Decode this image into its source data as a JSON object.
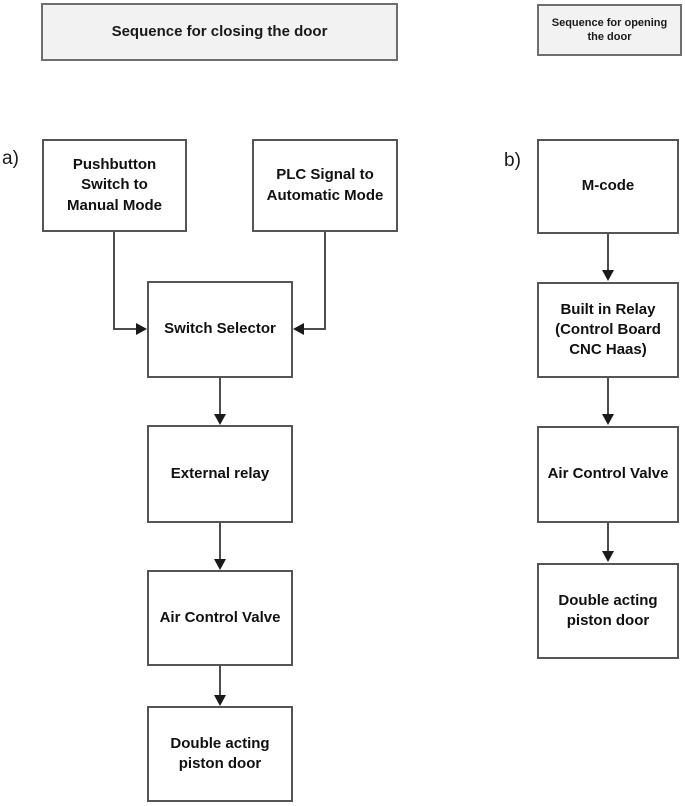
{
  "colors": {
    "background": "#ffffff",
    "title_fill": "#f2f2f2",
    "box_border": "#555555",
    "connector_line": "#4d4d4d",
    "text": "#111111"
  },
  "closing": {
    "label": "a)",
    "title": "Sequence for closing the door",
    "nodes": [
      {
        "id": "pushbutton-switch",
        "lines": [
          "Pushbutton",
          "Switch to",
          "Manual Mode"
        ]
      },
      {
        "id": "plc-signal",
        "lines": [
          "PLC Signal to",
          "Automatic Mode"
        ]
      },
      {
        "id": "switch-selector",
        "lines": [
          "Switch Selector"
        ]
      },
      {
        "id": "external-relay",
        "lines": [
          "External relay"
        ]
      },
      {
        "id": "air-control-valve",
        "lines": [
          "Air Control Valve"
        ]
      },
      {
        "id": "double-acting-piston-door",
        "lines": [
          "Double acting",
          "piston door"
        ]
      }
    ]
  },
  "opening": {
    "label": "b)",
    "title": [
      "Sequence for opening",
      "the door"
    ],
    "nodes": [
      {
        "id": "m-code",
        "lines": [
          "M-code"
        ]
      },
      {
        "id": "built-in-relay",
        "lines": [
          "Built in Relay",
          "(Control Board",
          "CNC Haas)"
        ]
      },
      {
        "id": "air-control-valve",
        "lines": [
          "Air Control Valve"
        ]
      },
      {
        "id": "double-acting-piston-door",
        "lines": [
          "Double acting",
          "piston door"
        ]
      }
    ]
  }
}
